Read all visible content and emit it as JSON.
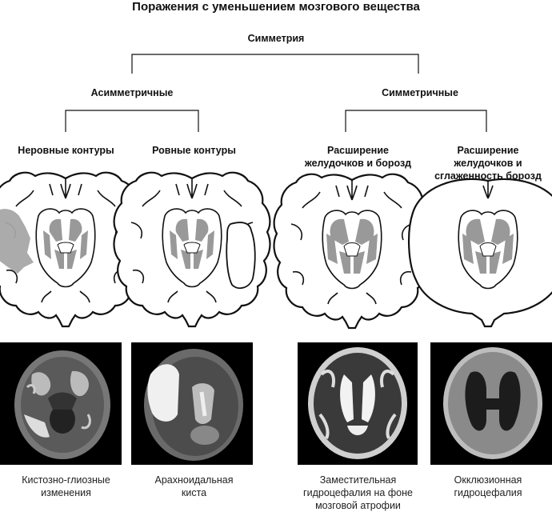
{
  "title": "Поражения с уменьшением мозгового вещества",
  "root": "Симметрия",
  "branches": {
    "asym": "Асимметричные",
    "sym": "Симметричные"
  },
  "leaves": {
    "irregular": "Неровные контуры",
    "smooth": "Ровные контуры",
    "ventricles": "Расширение\nжелудочков и борозд",
    "smoothing": "Расширение\nжелудочков и\nсглаженность борозд"
  },
  "captions": {
    "c1": "Кистозно-глиозные\nизменения",
    "c2": "Арахноидальная\nкиста",
    "c3": "Заместительная\nгидроцефалия на фоне\nмозговой атрофии",
    "c4": "Окклюзионная\nгидроцефалия"
  },
  "colors": {
    "line": "#111111",
    "lesion": "#a6a6a6",
    "ventricle": "#999999",
    "mri_bg": "#000000"
  }
}
